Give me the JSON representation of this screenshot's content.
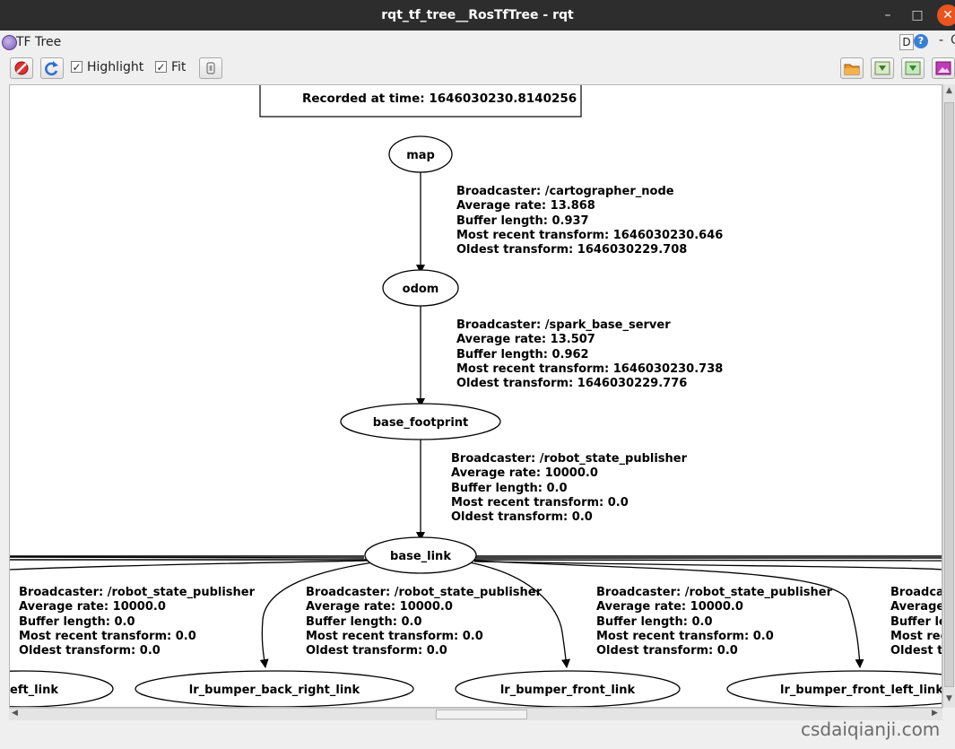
{
  "window": {
    "title": "rqt_tf_tree__RosTfTree - rqt",
    "minimize": "–",
    "maximize": "□",
    "close": "✕"
  },
  "panel": {
    "title": "TF Tree",
    "d_label": "D",
    "help_label": "?",
    "dash": "-",
    "close_glyph": "O"
  },
  "toolbar": {
    "highlight_label": "Highlight",
    "highlight_checked": true,
    "fit_label": "Fit",
    "fit_checked": true
  },
  "graph": {
    "recorded": "Recorded at time: 1646030230.8140256",
    "nodes": {
      "map": "map",
      "odom": "odom",
      "base_footprint": "base_footprint",
      "base_link": "base_link",
      "left_link": "eft_link",
      "back_right": "lr_bumper_back_right_link",
      "front": "lr_bumper_front_link",
      "front_left": "lr_bumper_front_left_link"
    },
    "edges": {
      "map_odom": [
        "Broadcaster: /cartographer_node",
        "Average rate: 13.868",
        "Buffer length: 0.937",
        "Most recent transform: 1646030230.646",
        "Oldest transform: 1646030229.708"
      ],
      "odom_fp": [
        "Broadcaster: /spark_base_server",
        "Average rate: 13.507",
        "Buffer length: 0.962",
        "Most recent transform: 1646030230.738",
        "Oldest transform: 1646030229.776"
      ],
      "fp_base": [
        "Broadcaster: /robot_state_publisher",
        "Average rate: 10000.0",
        "Buffer length: 0.0",
        "Most recent transform: 0.0",
        "Oldest transform: 0.0"
      ],
      "base_left": [
        "Broadcaster: /robot_state_publisher",
        "Average rate: 10000.0",
        "Buffer length: 0.0",
        "Most recent transform: 0.0",
        "Oldest transform: 0.0"
      ],
      "base_backright": [
        "Broadcaster: /robot_state_publisher",
        "Average rate: 10000.0",
        "Buffer length: 0.0",
        "Most recent transform: 0.0",
        "Oldest transform: 0.0"
      ],
      "base_front": [
        "Broadcaster: /robot_state_publisher",
        "Average rate: 10000.0",
        "Buffer length: 0.0",
        "Most recent transform: 0.0",
        "Oldest transform: 0.0"
      ],
      "base_frontleft": [
        "Broadcaster",
        "Average",
        "Buffer ler",
        "Most rece",
        "Oldest tra"
      ]
    }
  },
  "watermark": "csdaiqianji.com"
}
